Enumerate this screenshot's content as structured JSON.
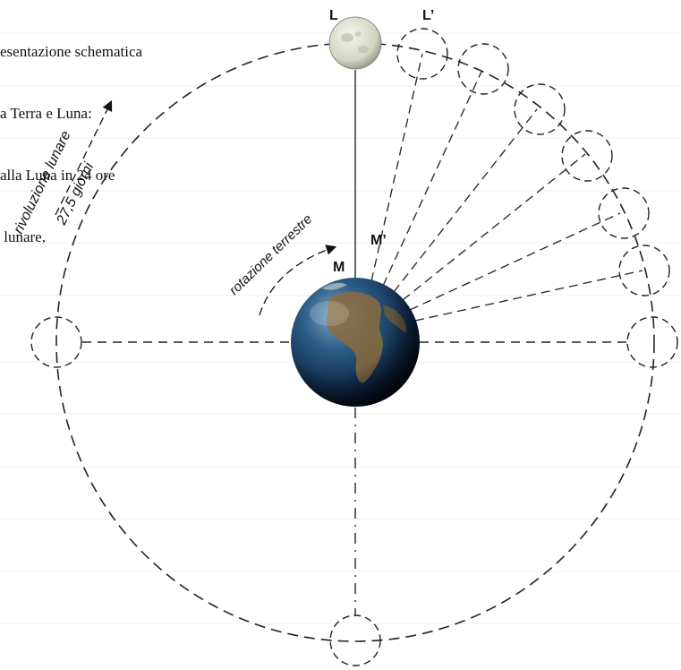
{
  "caption": {
    "lines": [
      "esentazione schematica",
      "a Terra e Luna:",
      "alla Luna in 24 ore",
      " lunare,"
    ]
  },
  "labels": {
    "moon": "L",
    "moon_next": "L’",
    "earth_point": "M",
    "earth_point_next": "M’",
    "lunar_revolution": "rivoluzione lunare",
    "lunar_period": "27,5 giorni",
    "earth_rotation": "rotazione terrestre"
  },
  "colors": {
    "line": "#222222",
    "ruled_lines": "#f2f2f2",
    "moon": "#d9dccb",
    "earth_ocean": "#1d3a5c",
    "earth_land": "#8a6a3c"
  }
}
